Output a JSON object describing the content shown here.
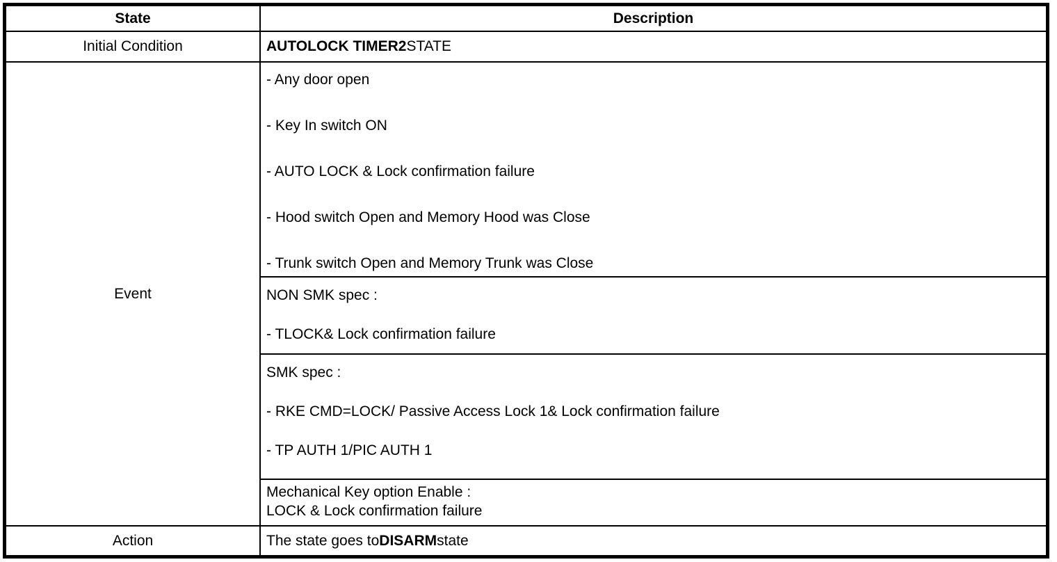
{
  "table": {
    "header": {
      "state": "State",
      "description": "Description"
    },
    "rows": {
      "initial_condition": {
        "label": "Initial Condition",
        "value_bold": "AUTOLOCK TIMER2",
        "value_regular": "STATE"
      },
      "event": {
        "label": "Event",
        "subcells": [
          {
            "name": "general-conditions",
            "lines": [
              "- Any door open",
              "- Key In switch ON",
              "- AUTO LOCK & Lock confirmation failure",
              "- Hood switch Open and Memory Hood was Close",
              "- Trunk switch Open and Memory Trunk was Close"
            ]
          },
          {
            "name": "non-smk-spec",
            "lines": [
              "NON SMK spec :",
              "- TLOCK& Lock confirmation failure"
            ]
          },
          {
            "name": "smk-spec",
            "lines": [
              "SMK spec :",
              "- RKE CMD=LOCK/ Passive Access Lock 1& Lock confirmation failure",
              "- TP AUTH 1/PIC AUTH 1"
            ]
          },
          {
            "name": "mechanical-key",
            "lines": [
              "Mechanical Key option Enable :",
              "LOCK & Lock confirmation failure"
            ]
          }
        ]
      },
      "action": {
        "label": "Action",
        "value_prefix": "The state goes to",
        "value_bold": "DISARM",
        "value_suffix": "state"
      }
    }
  },
  "colors": {
    "border": "#000000",
    "text": "#000000",
    "background": "#ffffff"
  }
}
